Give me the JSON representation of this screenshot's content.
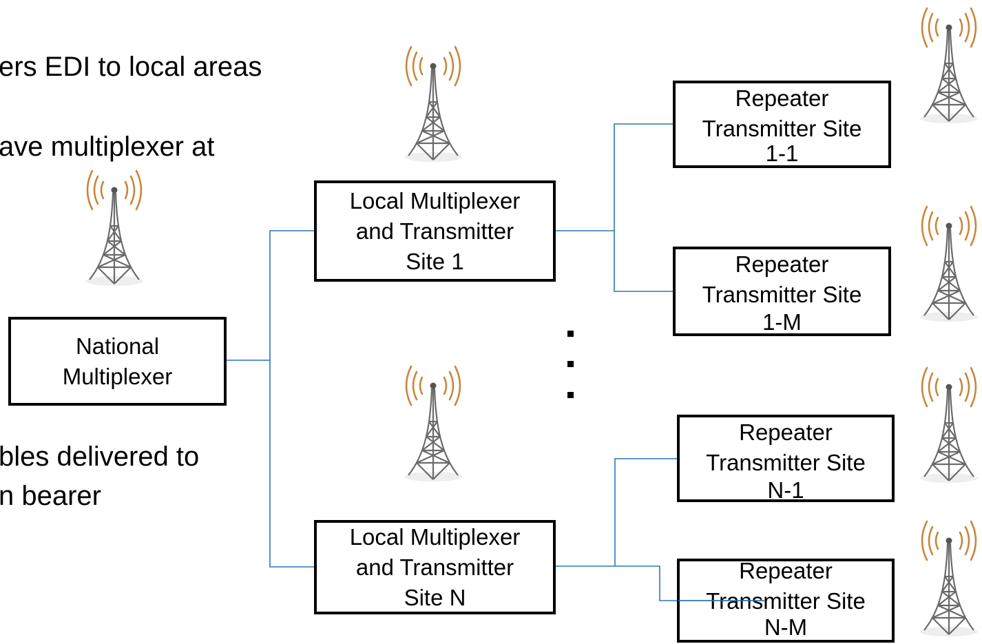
{
  "slide_text": {
    "line1": "ers EDI to local areas",
    "line2": "ave multiplexer at",
    "line3": "bles delivered to",
    "line4": "n bearer"
  },
  "nodes": {
    "national": [
      "National",
      "Multiplexer"
    ],
    "local_1": [
      "Local Multiplexer",
      "and Transmitter",
      "Site 1"
    ],
    "local_n": [
      "Local Multiplexer",
      "and Transmitter",
      "Site N"
    ],
    "repeater_1_1": [
      "Repeater",
      "Transmitter Site",
      "1-1"
    ],
    "repeater_1_m": [
      "Repeater",
      "Transmitter Site",
      "1-M"
    ],
    "repeater_n_1": [
      "Repeater",
      "Transmitter Site",
      "N-1"
    ],
    "repeater_n_m": [
      "Repeater",
      "Transmitter Site",
      "N-M"
    ]
  },
  "colors": {
    "connector": "#2e75b6",
    "tower_waves": "#c8863a",
    "tower_body": "#6a6a6a",
    "box_border": "#000000"
  },
  "icons": [
    "broadcast-tower-icon",
    "ellipsis-dots-icon"
  ]
}
